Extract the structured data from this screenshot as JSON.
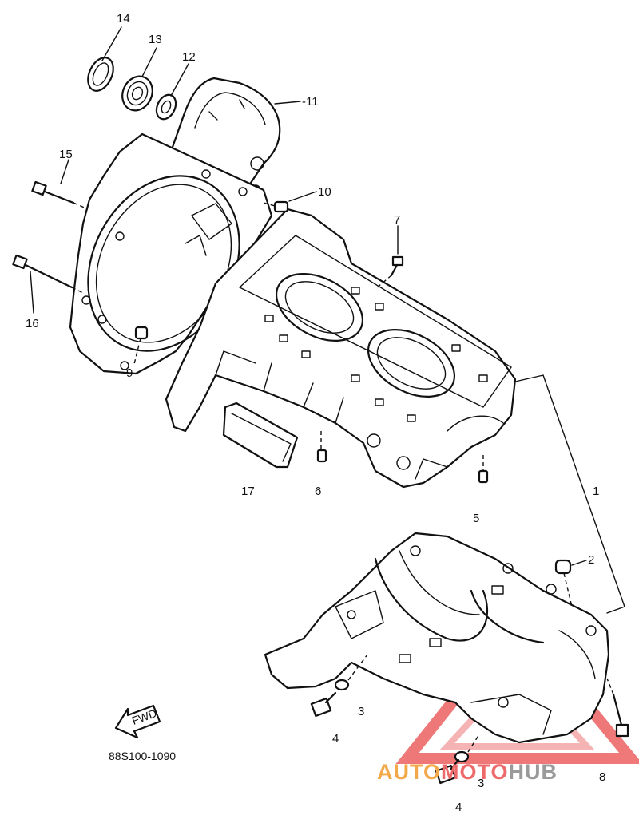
{
  "diagram": {
    "part_code": "88S100-1090",
    "fwd_label": "FWD",
    "callouts": [
      {
        "label": "14"
      },
      {
        "label": "13"
      },
      {
        "label": "12"
      },
      {
        "label": "-11"
      },
      {
        "label": "15"
      },
      {
        "label": "10"
      },
      {
        "label": "7"
      },
      {
        "label": "16"
      },
      {
        "label": "9"
      },
      {
        "label": "17"
      },
      {
        "label": "6"
      },
      {
        "label": "5"
      },
      {
        "label": "1"
      },
      {
        "label": "2"
      },
      {
        "label": "3"
      },
      {
        "label": "4"
      },
      {
        "label": "3"
      },
      {
        "label": "4"
      },
      {
        "label": "8"
      }
    ]
  },
  "watermark": {
    "parts": [
      {
        "text": "AUTO",
        "color": "#f3a94a"
      },
      {
        "text": "MOTO",
        "color": "#ee6a6a"
      },
      {
        "text": "HUB",
        "color": "#9a9a9a"
      }
    ],
    "logo_color": "#e94b4b"
  }
}
